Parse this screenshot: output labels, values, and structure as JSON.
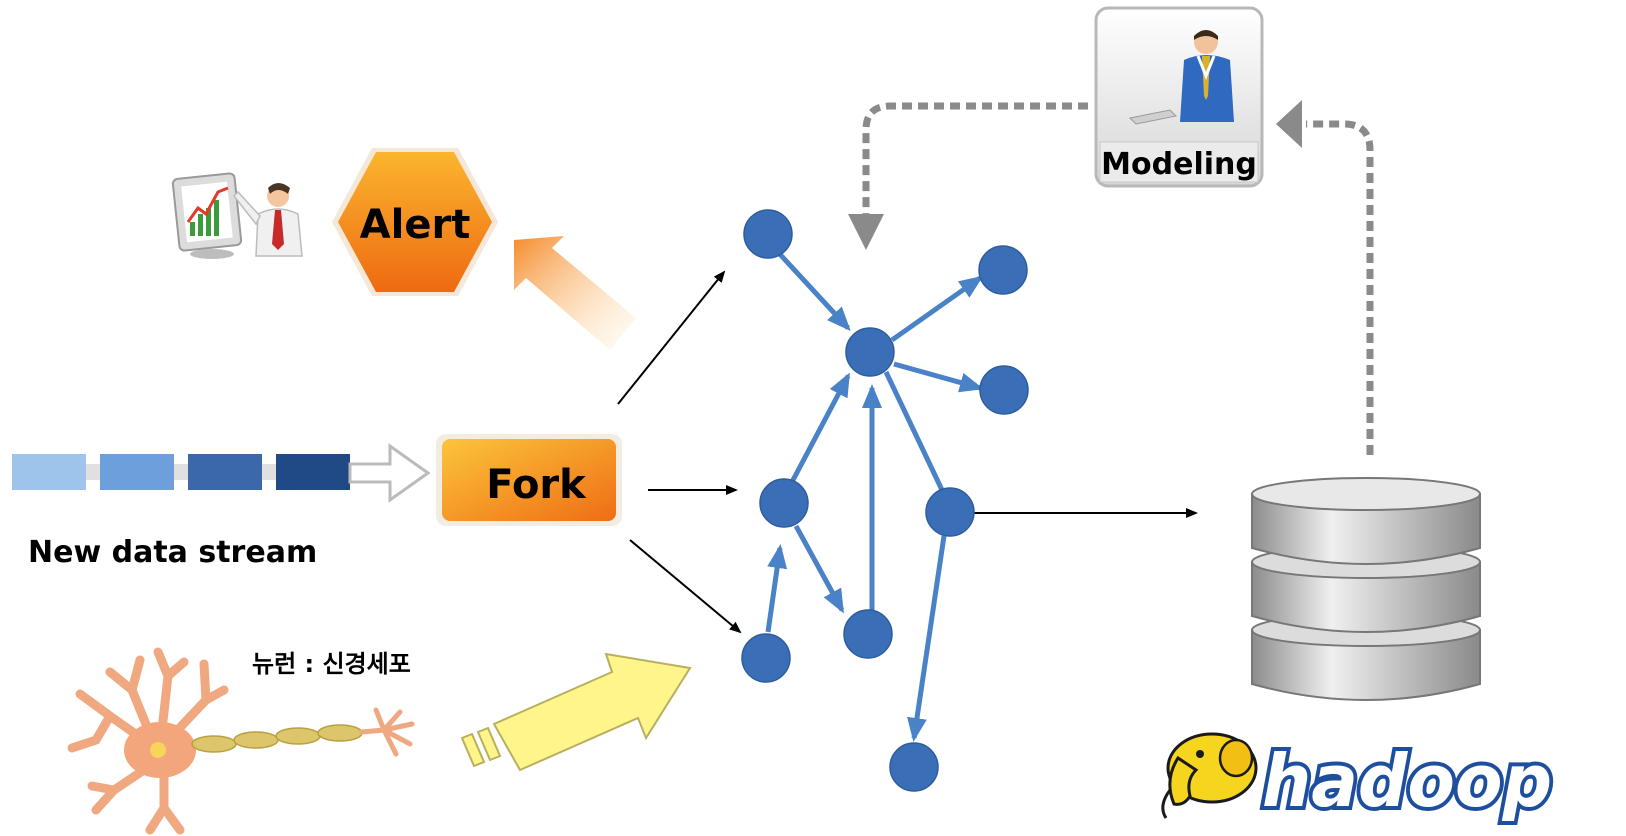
{
  "labels": {
    "alert": "Alert",
    "fork": "Fork",
    "modeling": "Modeling",
    "new_data_stream": "New data stream",
    "neuron": "뉴런 : 신경세포",
    "hadoop": "hadoop"
  },
  "colors": {
    "node_blue": "#3a6fb8",
    "edge_blue": "#4a82c8",
    "orange": "#f08a1c",
    "gray_dashed": "#8a8a8a",
    "yellow_arrow": "#fff58a"
  },
  "icons": {
    "presenter": "presenter-chart-icon",
    "modeler": "businessman-computer-icon",
    "database": "database-cylinder-icon",
    "neuron": "neuron-cell-icon",
    "hadoop": "hadoop-elephant-logo"
  }
}
